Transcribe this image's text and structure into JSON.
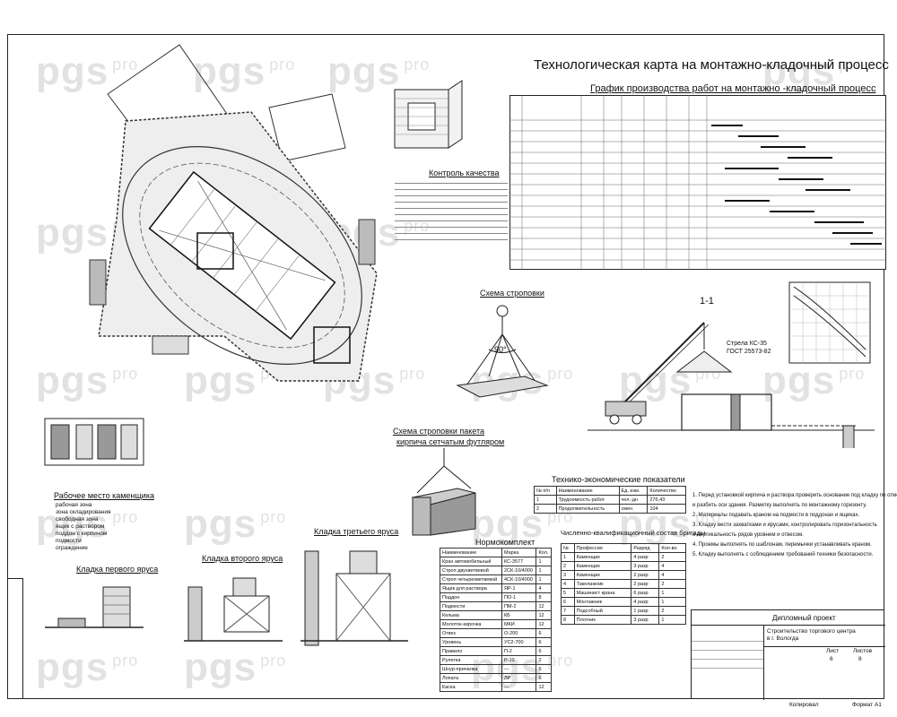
{
  "watermark": {
    "brand": "pgs",
    "suffix": "pro"
  },
  "title": "Технологическая карта на монтажно-кладочный процесс",
  "schedule": {
    "title": "График производства работ на монтажно -кладочный процесс"
  },
  "quality": {
    "title": "Контроль качества"
  },
  "sling_scheme": {
    "title": "Схема строповки",
    "angle": "90°"
  },
  "package_scheme": {
    "title_line1": "Схема строповки пакета",
    "title_line2": "кирпича сетчатым футляром"
  },
  "section": {
    "title": "1-1",
    "crane_label": "Стрела КС-35",
    "crane_gost": "ГОСТ 25573-82"
  },
  "workplace": {
    "title": "Рабочее место каменщика",
    "legend": [
      "рабочая зона",
      "зона складирования",
      "свободная зона",
      "ящик с раствором",
      "поддон с кирпичом",
      "подмости",
      "ограждение"
    ]
  },
  "tier1": {
    "title": "Кладка первого яруса"
  },
  "tier2": {
    "title": "Кладка второго яруса"
  },
  "tier3": {
    "title": "Кладка третьего яруса"
  },
  "teo": {
    "title": "Технико-экономические показатели",
    "headers": [
      "№ п/п",
      "Наименование",
      "Ед. изм.",
      "Количество"
    ],
    "rows": [
      [
        "1",
        "Трудоемкость работ",
        "чел.-дн",
        "276,43"
      ],
      [
        "2",
        "Продолжительность",
        "смен",
        "104"
      ]
    ]
  },
  "norm": {
    "title": "Нормокомплект",
    "headers": [
      "Наименование",
      "Марка",
      "Кол."
    ],
    "rows": [
      [
        "Кран автомобильный",
        "КС-3577",
        "1"
      ],
      [
        "Строп двухветвевой",
        "2СК-10/4000",
        "1"
      ],
      [
        "Строп четырехветвевой",
        "4СК-10/4000",
        "1"
      ],
      [
        "Ящик для раствора",
        "ЯР-1",
        "4"
      ],
      [
        "Поддон",
        "ПО-1",
        "8"
      ],
      [
        "Подмости",
        "ПМ-2",
        "12"
      ],
      [
        "Кельма",
        "КБ",
        "12"
      ],
      [
        "Молоток-кирочка",
        "МКИ",
        "12"
      ],
      [
        "Отвес",
        "О-200",
        "6"
      ],
      [
        "Уровень",
        "УС2-700",
        "6"
      ],
      [
        "Правило",
        "П-2",
        "6"
      ],
      [
        "Рулетка",
        "Р-10",
        "2"
      ],
      [
        "Шнур-причалка",
        "—",
        "6"
      ],
      [
        "Лопата",
        "ЛР",
        "6"
      ],
      [
        "Каска",
        "—",
        "12"
      ]
    ]
  },
  "brigade": {
    "title": "Численно-квалификационный состав бригады",
    "headers": [
      "№",
      "Профессия",
      "Разряд",
      "Кол-во"
    ],
    "rows": [
      [
        "1",
        "Каменщик",
        "4 разр",
        "2"
      ],
      [
        "2",
        "Каменщик",
        "3 разр",
        "4"
      ],
      [
        "3",
        "Каменщик",
        "2 разр",
        "4"
      ],
      [
        "4",
        "Такелажник",
        "2 разр",
        "2"
      ],
      [
        "5",
        "Машинист крана",
        "6 разр",
        "1"
      ],
      [
        "6",
        "Монтажник",
        "4 разр",
        "1"
      ],
      [
        "7",
        "Подсобный",
        "1 разр",
        "2"
      ],
      [
        "8",
        "Плотник",
        "3 разр",
        "1"
      ]
    ]
  },
  "notes": {
    "lines": [
      "1. Перед установкой кирпича и раствора проверить основание под кладку по отметкам",
      "и разбить оси здания. Разметку выполнять по монтажному горизонту.",
      "2. Материалы подавать краном на подмости в поддонах и ящиках.",
      "3. Кладку вести захватками и ярусами, контролировать горизонтальность",
      "и вертикальность рядов уровнем и отвесом.",
      "4. Проемы выполнять по шаблонам, перемычки устанавливать краном.",
      "5. Кладку выполнять с соблюдением требований техники безопасности."
    ]
  },
  "stamp": {
    "title": "Дипломный проект",
    "desc_line1": "Строительство торгового центра",
    "desc_line2": "в г. Вологда",
    "sheet_label": "Лист",
    "sheets_label": "Листов",
    "sheet": "6",
    "sheets": "8",
    "bottom_note": "Копировал",
    "format": "Формат А1"
  }
}
